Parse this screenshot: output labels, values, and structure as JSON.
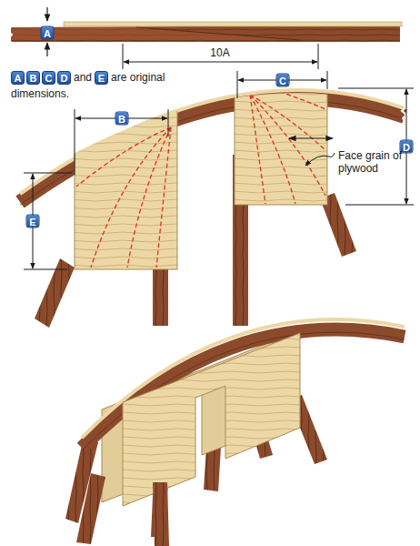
{
  "diagram": {
    "labels": [
      "A",
      "10A",
      "A",
      "B",
      "C",
      "D",
      "and",
      "E",
      "are original dimensions.",
      "B",
      "C",
      "D",
      "E",
      "Face grain of plywood"
    ]
  }
}
